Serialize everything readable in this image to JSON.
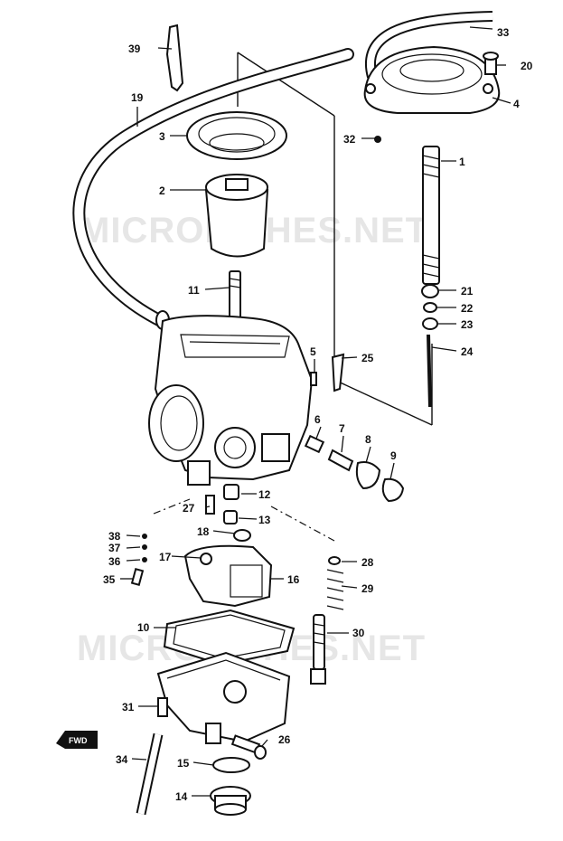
{
  "watermarks": [
    "MICROFICHES.NET",
    "MICROFICHES.NET"
  ],
  "fwd_label": "FWD",
  "callouts": {
    "p1": "1",
    "p2": "2",
    "p3": "3",
    "p4": "4",
    "p5": "5",
    "p6": "6",
    "p7": "7",
    "p8": "8",
    "p9": "9",
    "p10": "10",
    "p11": "11",
    "p12": "12",
    "p13": "13",
    "p14": "14",
    "p15": "15",
    "p16": "16",
    "p17": "17",
    "p18": "18",
    "p19": "19",
    "p20": "20",
    "p21": "21",
    "p22": "22",
    "p23": "23",
    "p24": "24",
    "p25": "25",
    "p26": "26",
    "p27": "27",
    "p28": "28",
    "p29": "29",
    "p30": "30",
    "p31": "31",
    "p32": "32",
    "p33": "33",
    "p34": "34",
    "p35": "35",
    "p36": "36",
    "p37": "37",
    "p38": "38",
    "p39": "39"
  }
}
